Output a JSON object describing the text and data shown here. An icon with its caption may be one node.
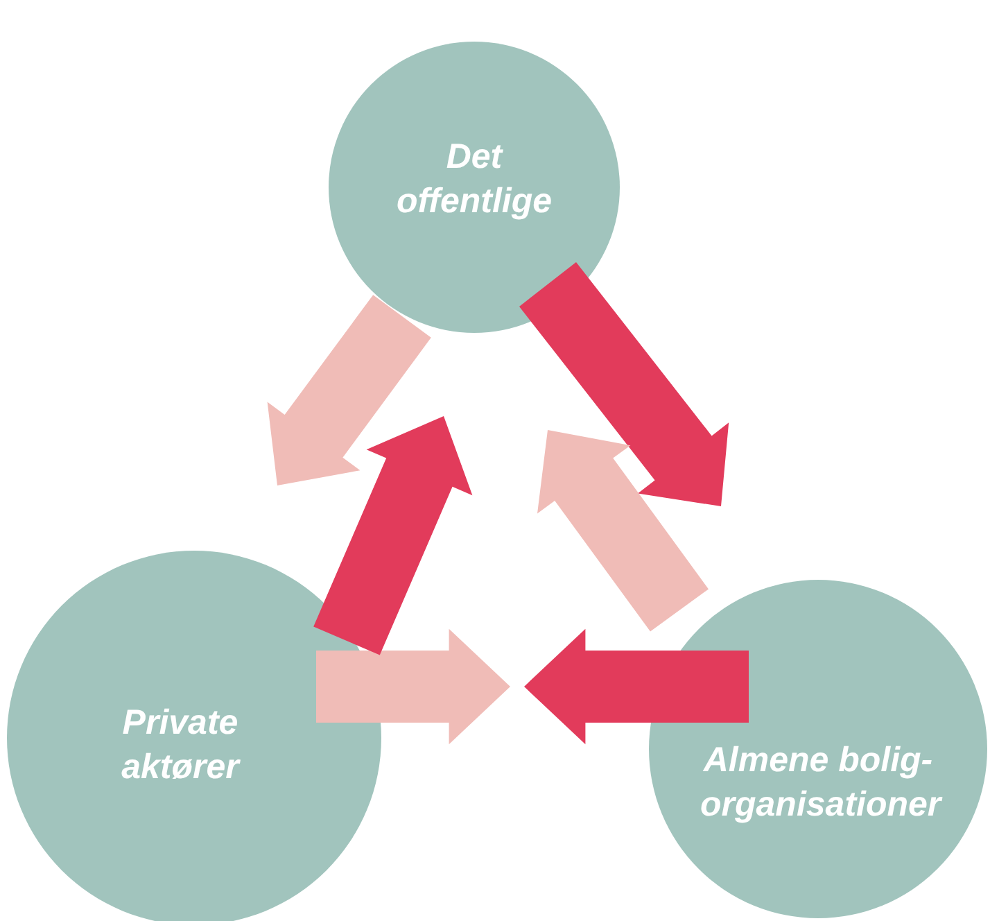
{
  "diagram": {
    "nodes": [
      {
        "text": [
          "Det offentlige"
        ]
      },
      {
        "text": [
          "Private aktører"
        ]
      },
      {
        "text": [
          "Almene bolig- organisationer"
        ]
      }
    ],
    "edges": [
      {
        "from": 0,
        "to": 2,
        "arrow": "to",
        "style": "thick",
        "color": "#e23b5b"
      },
      {
        "from": 0,
        "to": 1,
        "arrow": "to",
        "style": "thick",
        "color": "#f0bcb7"
      },
      {
        "from": 2,
        "to": 1,
        "arrow": "to",
        "style": "thick",
        "color": "#e23b5b"
      },
      {
        "from": 1,
        "to": 2,
        "arrow": "to",
        "style": "thick",
        "color": "#f0bcb7"
      },
      {
        "from": 1,
        "to": 0,
        "arrow": "to",
        "style": "thick",
        "color": "#e23b5b"
      },
      {
        "from": 2,
        "to": 0,
        "arrow": "to",
        "style": "thick",
        "color": "#f0bcb7"
      }
    ]
  }
}
